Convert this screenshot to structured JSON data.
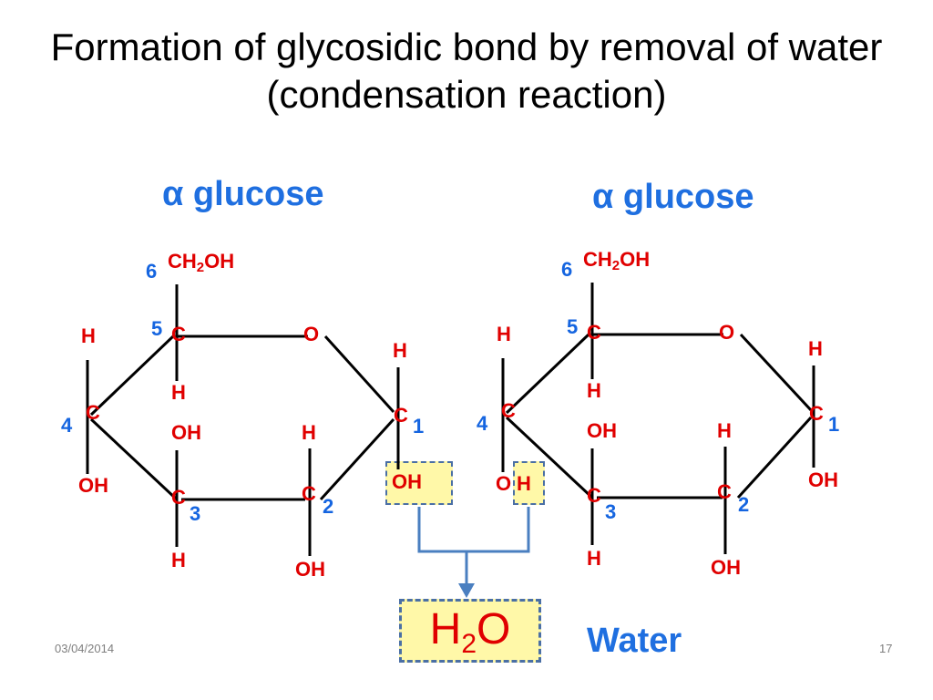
{
  "title": "Formation of glycosidic bond by removal of water (condensation reaction)",
  "left_molecule": {
    "heading": "α glucose",
    "ch2_prefix": "CH",
    "ch2_sub": "2",
    "ch2_suffix": "OH",
    "atoms": {
      "c": "C",
      "o": "O",
      "h": "H",
      "oh": "OH"
    },
    "carbon_numbers": [
      "1",
      "2",
      "3",
      "4",
      "5",
      "6"
    ]
  },
  "right_molecule": {
    "heading": "α glucose",
    "ch2_prefix": "CH",
    "ch2_sub": "2",
    "ch2_suffix": "OH",
    "atoms": {
      "c": "C",
      "o": "O",
      "h": "H",
      "oh": "OH"
    },
    "carbon_numbers": [
      "1",
      "2",
      "3",
      "4",
      "5",
      "6"
    ]
  },
  "removed": {
    "left_oh": "OH",
    "right_o": "O",
    "right_h": "H"
  },
  "product": {
    "h": "H",
    "sub": "2",
    "o": "O",
    "label": "Water"
  },
  "footer": {
    "date": "03/04/2014",
    "page": "17"
  },
  "colors": {
    "atom_red": "#e00000",
    "number_blue": "#1565e0",
    "heading_blue": "#1f6fe0",
    "highlight": "#fff8a8",
    "arrow": "#4a7fc0"
  }
}
